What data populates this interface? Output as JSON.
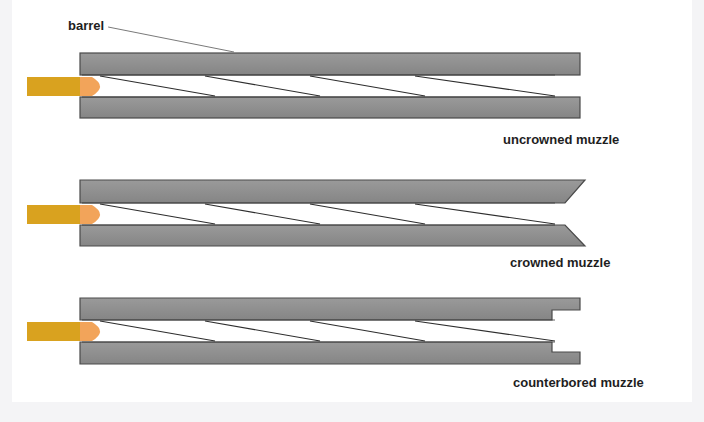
{
  "diagram": {
    "labels": [
      "barrel",
      "uncrowned muzzle",
      "crowned muzzle",
      "counterbored muzzle"
    ]
  }
}
